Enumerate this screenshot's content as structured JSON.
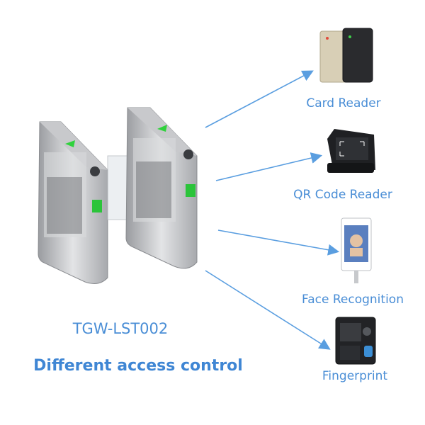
{
  "product": {
    "model": "TGW-LST002",
    "tagline": "Different access control"
  },
  "devices": [
    {
      "id": "card",
      "label": "Card Reader"
    },
    {
      "id": "qr",
      "label": "QR Code Reader"
    },
    {
      "id": "face",
      "label": "Face Recognition"
    },
    {
      "id": "finger",
      "label": "Fingerprint"
    }
  ],
  "colors": {
    "accent": "#4a8ed6",
    "arrow": "#5a9ee0"
  }
}
